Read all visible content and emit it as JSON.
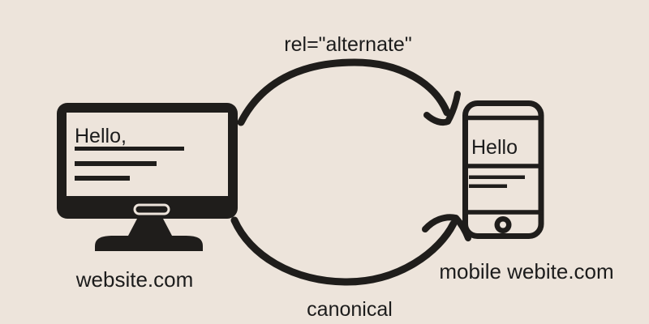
{
  "colors": {
    "background": "#EDE4DB",
    "ink": "#1F1D1B",
    "text": "#1C1C1C"
  },
  "desktop_site": {
    "screen_greeting": "Hello,",
    "label": "website.com"
  },
  "mobile_site": {
    "screen_greeting": "Hello",
    "label": "mobile webite.com"
  },
  "relations": {
    "top_arrow": {
      "label": "rel=\"alternate\"",
      "direction": "desktop-to-mobile"
    },
    "bottom_arrow": {
      "label": "canonical",
      "direction": "desktop-to-mobile"
    }
  }
}
